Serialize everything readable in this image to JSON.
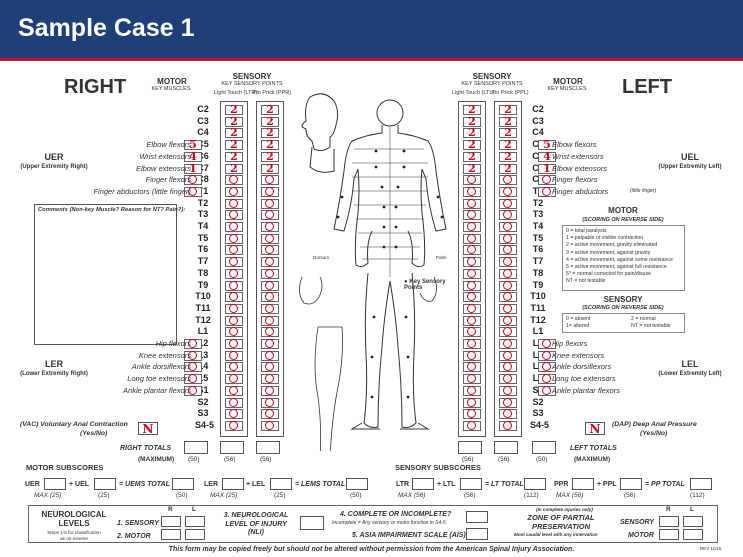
{
  "header": {
    "title": "Sample Case 1"
  },
  "sides": {
    "right": "RIGHT",
    "left": "LEFT"
  },
  "headings": {
    "motor": "MOTOR",
    "key_muscles": "KEY MUSCLES",
    "sensory": "SENSORY",
    "key_sensory_points": "KEY SENSORY POINTS",
    "lt_right": "Light Touch (LTR)",
    "pp_right": "Pin Prick (PPR)",
    "lt_left": "Light Touch (LTL)",
    "pp_left": "Pin Prick (PPL)"
  },
  "upper_levels": [
    "C2",
    "C3",
    "C4",
    "C5",
    "C6",
    "C7",
    "C8",
    "T1"
  ],
  "trunk_levels": [
    "T2",
    "T3",
    "T4",
    "T5",
    "T6",
    "T7",
    "T8",
    "T9",
    "T10",
    "T11",
    "T12",
    "L1"
  ],
  "lower_levels": [
    "L2",
    "L3",
    "L4",
    "L5",
    "S1"
  ],
  "sacral_levels": [
    "S2",
    "S3",
    "S4-5"
  ],
  "upper_muscles": [
    "Elbow flexors",
    "Wrist extensors",
    "Elbow extensors",
    "Finger flexors",
    "Finger abductors"
  ],
  "finger_note": "(little finger)",
  "lower_muscles": [
    "Hip flexors",
    "Knee extensors",
    "Ankle dorsiflexors",
    "Long toe extensors",
    "Ankle plantar flexors"
  ],
  "right_motor_upper": [
    "5",
    "4",
    "1",
    "0",
    "0"
  ],
  "left_motor_upper": [
    "5",
    "4",
    "1",
    "0",
    "0"
  ],
  "right_motor_lower": [
    "0",
    "0",
    "0",
    "0",
    "0"
  ],
  "left_motor_lower": [
    "0",
    "0",
    "0",
    "0",
    "0"
  ],
  "sensory_high": [
    "2",
    "2",
    "2",
    "2",
    "2",
    "2"
  ],
  "groups": {
    "uer": "UER",
    "uer_sub": "(Upper Extremity Right)",
    "uel": "UEL",
    "uel_sub": "(Upper Extremity Left)",
    "ler": "LER",
    "ler_sub": "(Lower Extremity Right)",
    "lel": "LEL",
    "lel_sub": "(Lower Extremity Left)"
  },
  "comments_label": "Comments (Non-key Muscle? Reason for NT? Pain?):",
  "body_labels": {
    "dorsum": "Dorsum",
    "palm": "Palm",
    "key_points": "Key Sensory\nPoints"
  },
  "motor_scale": {
    "title": "MOTOR",
    "subtitle": "(SCORING ON REVERSE SIDE)",
    "lines": [
      "0 = total paralysis",
      "1 = palpable or visible contraction",
      "2 = active movement, gravity eliminated",
      "3 = active movement, against gravity",
      "4 = active movement, against some resistance",
      "5 = active movement, against full resistance",
      "5* = normal corrected for pain/disuse",
      "NT = not testable"
    ]
  },
  "sensory_scale": {
    "title": "SENSORY",
    "subtitle": "(SCORING ON REVERSE SIDE)",
    "lines": [
      "0 = absent",
      "1= altered",
      "2 = normal",
      "NT = not testable"
    ]
  },
  "vac": {
    "label": "(VAC) Voluntary Anal Contraction",
    "sub": "(Yes/No)",
    "value": "N"
  },
  "dap": {
    "label": "(DAP) Deep Anal Pressure",
    "sub": "(Yes/No)",
    "value": "N"
  },
  "totals": {
    "right": "RIGHT TOTALS",
    "left": "LEFT TOTALS",
    "max": "(MAXIMUM)",
    "right_max": [
      "(50)",
      "(56)",
      "(56)"
    ],
    "left_max": [
      "(56)",
      "(56)",
      "(50)"
    ]
  },
  "motor_sub": {
    "title": "MOTOR SUBSCORES",
    "uer": "UER",
    "uel": "+ UEL",
    "uems": "= UEMS TOTAL",
    "max25a": "MAX (25)",
    "max25b": "(25)",
    "max50a": "(50)",
    "ler": "LER",
    "lel": "+ LEL",
    "lems": "= LEMS TOTAL",
    "max25c": "MAX (25)",
    "max25d": "(25)",
    "max50b": "(50)"
  },
  "sensory_sub": {
    "title": "SENSORY SUBSCORES",
    "ltr": "LTR",
    "ltl": "+ LTL",
    "lt": "= LT TOTAL",
    "max56a": "MAX (56)",
    "max56b": "(56)",
    "max112a": "(112)",
    "ppr": "PPR",
    "ppl": "+ PPL",
    "pp": "= PP TOTAL",
    "max56c": "MAX (56)",
    "max56d": "(56)",
    "max112b": "(112)"
  },
  "bottom": {
    "neuro": "NEUROLOGICAL\nLEVELS",
    "neuro_sub": "Steps 1-5 for classification\nas on reverse",
    "r": "R",
    "l": "L",
    "sensory": "1. SENSORY",
    "motor": "2. MOTOR",
    "nli": "3. NEUROLOGICAL\nLEVEL OF INJURY\n(NLI)",
    "complete": "4. COMPLETE OR INCOMPLETE?",
    "complete_sub": "Incomplete = Any sensory or motor function in S4-5",
    "ais": "5. ASIA IMPAIRMENT SCALE (AIS)",
    "zpp_note": "(In complete injuries only)",
    "zpp": "ZONE OF PARTIAL\nPRESERVATION",
    "zpp_sub": "Most caudal level with any innervation",
    "zsensory": "SENSORY",
    "zmotor": "MOTOR"
  },
  "footer": "This form may be copied freely but should not be altered without permission from the American Spinal Injury Association.",
  "rev": "REV 11/15",
  "colors": {
    "header": "#1f3f78",
    "accent": "#c8102e",
    "ink": "#d0021b"
  }
}
